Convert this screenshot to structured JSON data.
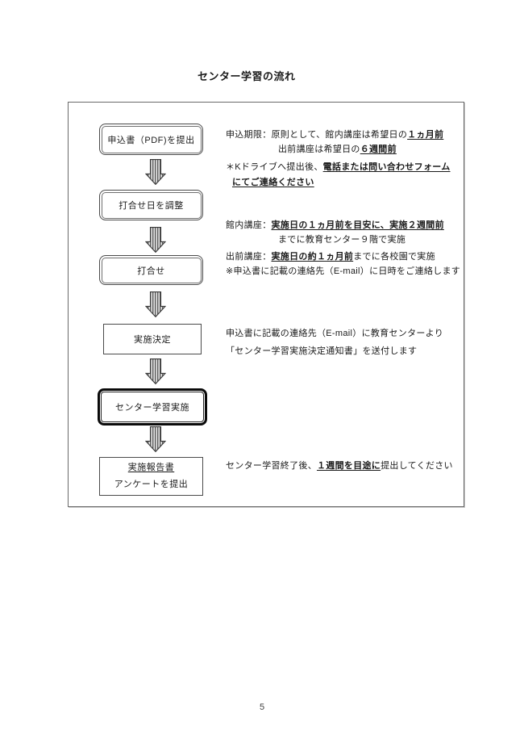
{
  "page": {
    "title": "センター学習の流れ",
    "page_number": "5"
  },
  "flowchart": {
    "boxes": [
      {
        "label": "申込書（PDF)を提出",
        "style": "rounded"
      },
      {
        "label": "打合せ日を調整",
        "style": "rounded"
      },
      {
        "label": "打合せ",
        "style": "rounded"
      },
      {
        "label": "実施決定",
        "style": "plain"
      },
      {
        "label": "センター学習実施",
        "style": "rounded-thick"
      },
      {
        "style": "plain",
        "lines": [
          [
            {
              "t": "実施報告書",
              "u": true
            }
          ],
          [
            {
              "t": "アンケートを提出"
            }
          ]
        ]
      }
    ],
    "arrow_icon": "striped-down-arrow"
  },
  "notes": [
    {
      "lines": [
        [
          {
            "t": "申込期限：原則として、館内講座は希望日の"
          },
          {
            "t": "１ヵ月前",
            "b": true,
            "u": true
          }
        ],
        [
          {
            "t": "出前講座は希望日の"
          },
          {
            "t": "６週間前",
            "b": true,
            "u": true
          }
        ]
      ]
    },
    {
      "lines": [
        [
          {
            "t": "＊Kドライブへ提出後、"
          },
          {
            "t": "電話または問い合わせフォーム",
            "b": true,
            "u": true
          }
        ],
        [
          {
            "t": "にてご連絡ください",
            "b": true,
            "u": true
          }
        ]
      ]
    },
    {
      "lines": [
        [
          {
            "t": "館内講座："
          },
          {
            "t": "実施日の１ヵ月前を目安に、実施２週間前",
            "b": true,
            "u": true
          }
        ],
        [
          {
            "t": "までに教育センター９階で実施"
          }
        ],
        [
          {
            "t": "出前講座："
          },
          {
            "t": "実施日の約１ヵ月前",
            "b": true,
            "u": true
          },
          {
            "t": "までに各校園で実施"
          }
        ],
        [
          {
            "t": "※申込書に記載の連絡先（E-mail）に日時をご連絡します"
          }
        ]
      ]
    },
    {
      "lines": [
        [
          {
            "t": "申込書に記載の連絡先（E-mail）に教育センターより"
          }
        ],
        [
          {
            "t": "「センター学習実施決定通知書」を送付します"
          }
        ]
      ]
    },
    {
      "lines": [
        [
          {
            "t": "センター学習終了後、"
          },
          {
            "t": "１週間を目途に",
            "b": true,
            "u": true
          },
          {
            "t": "提出してください"
          }
        ]
      ]
    }
  ]
}
